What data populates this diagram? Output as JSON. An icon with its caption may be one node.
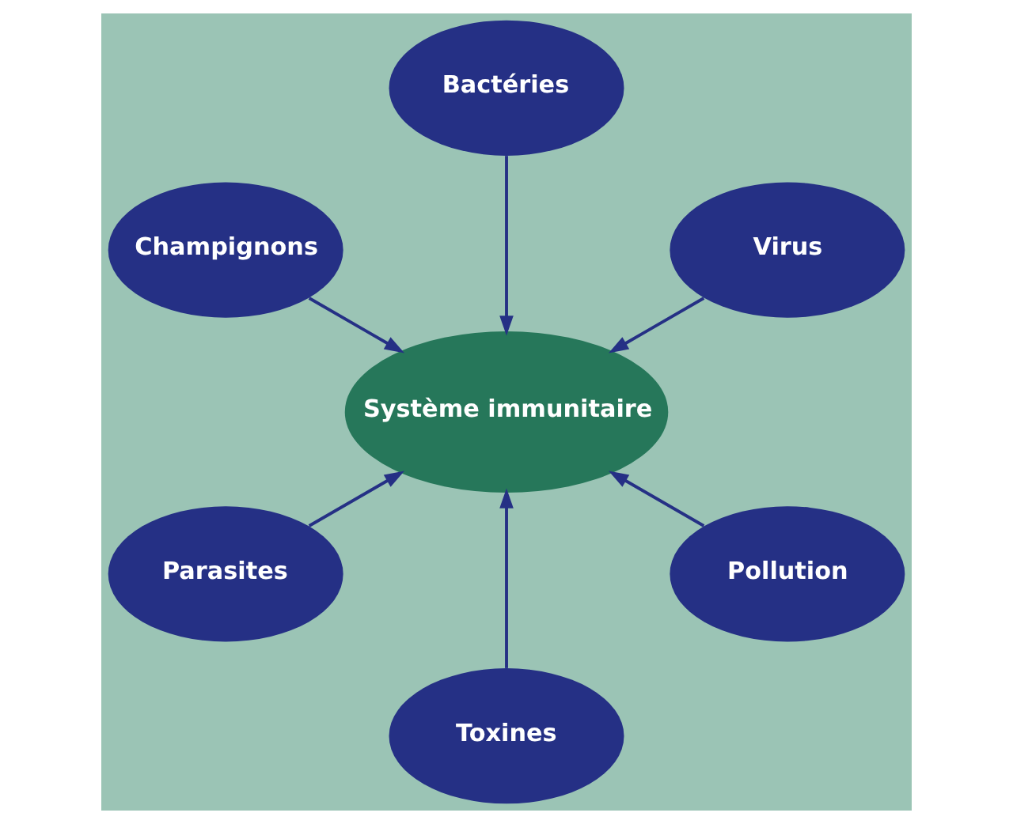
{
  "diagram": {
    "nodes": [
      {
        "text": [
          "Virus"
        ]
      },
      {
        "text": [
          "Bactéries"
        ]
      },
      {
        "text": [
          "Champignons"
        ]
      },
      {
        "text": [
          "Système immunitaire"
        ]
      },
      {
        "text": [
          "Parasites"
        ]
      },
      {
        "text": [
          "Toxines"
        ]
      },
      {
        "text": [
          "Pollution"
        ]
      }
    ],
    "edges": [
      {
        "from": 0,
        "to": 3,
        "arrow": "to"
      },
      {
        "from": 1,
        "to": 3,
        "arrow": "to"
      },
      {
        "from": 2,
        "to": 3,
        "arrow": "to"
      },
      {
        "from": 4,
        "to": 3,
        "arrow": "to"
      },
      {
        "from": 5,
        "to": 3,
        "arrow": "to"
      },
      {
        "from": 6,
        "to": 3,
        "arrow": "to"
      }
    ]
  }
}
